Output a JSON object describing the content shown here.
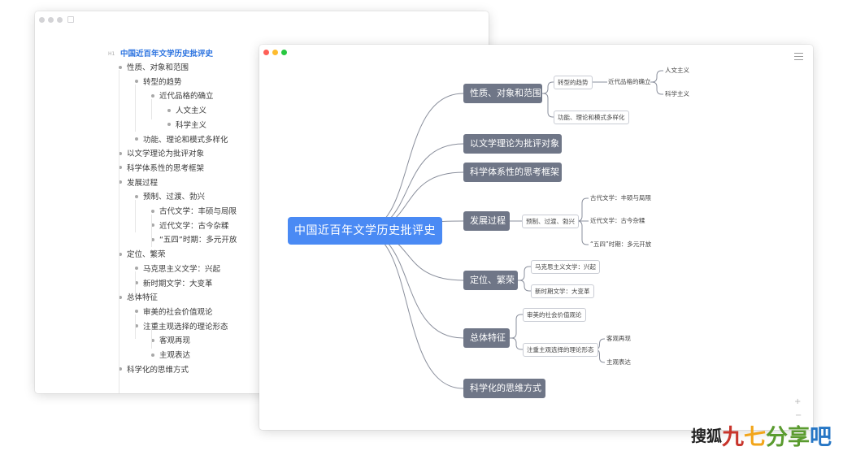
{
  "outline": {
    "h1_tag": "H1",
    "title": "中国近百年文学历史批评史",
    "items": [
      {
        "label": "性质、对象和范围",
        "level": 1
      },
      {
        "label": "转型的趋势",
        "level": 2
      },
      {
        "label": "近代品格的确立",
        "level": 3
      },
      {
        "label": "人文主义",
        "level": 4
      },
      {
        "label": "科学主义",
        "level": 4
      },
      {
        "label": "功能、理论和模式多样化",
        "level": 2
      },
      {
        "label": "以文学理论为批评对象",
        "level": 1
      },
      {
        "label": "科学体系性的思考框架",
        "level": 1
      },
      {
        "label": "发展过程",
        "level": 1
      },
      {
        "label": "预制、过渡、勃兴",
        "level": 2
      },
      {
        "label": "古代文学：丰硕与局限",
        "level": 3
      },
      {
        "label": "近代文学：古今杂糅",
        "level": 3
      },
      {
        "label": "“五四”时期：多元开放",
        "level": 3
      },
      {
        "label": "定位、繁荣",
        "level": 1
      },
      {
        "label": "马克思主义文学：兴起",
        "level": 2
      },
      {
        "label": "新时期文学：大变革",
        "level": 2
      },
      {
        "label": "总体特征",
        "level": 1
      },
      {
        "label": "审美的社会价值观论",
        "level": 2
      },
      {
        "label": "注重主观选择的理论形态",
        "level": 2
      },
      {
        "label": "客观再现",
        "level": 3
      },
      {
        "label": "主观表达",
        "level": 3
      },
      {
        "label": "科学化的思维方式",
        "level": 1
      }
    ]
  },
  "mindmap": {
    "root": "中国近百年文学历史批评史",
    "branches": [
      {
        "label": "性质、对象和范围",
        "children": [
          {
            "label": "转型的趋势",
            "children": [
              {
                "label": "近代品格的确立",
                "children": [
                  "人文主义",
                  "科学主义"
                ]
              }
            ]
          },
          {
            "label": "功能、理论和模式多样化",
            "children": []
          }
        ]
      },
      {
        "label": "以文学理论为批评对象",
        "children": []
      },
      {
        "label": "科学体系性的思考框架",
        "children": []
      },
      {
        "label": "发展过程",
        "children": [
          {
            "label": "预制、过渡、勃兴",
            "children": [
              "古代文学：丰硕与局限",
              "近代文学：古今杂糅",
              "“五四”时期：多元开放"
            ]
          }
        ]
      },
      {
        "label": "定位、繁荣",
        "children": [
          {
            "label": "马克思主义文学：兴起",
            "children": []
          },
          {
            "label": "新时期文学：大变革",
            "children": []
          }
        ]
      },
      {
        "label": "总体特征",
        "children": [
          {
            "label": "审美的社会价值观论",
            "children": []
          },
          {
            "label": "注重主观选择的理论形态",
            "children": [
              "客观再现",
              "主观表达"
            ]
          }
        ]
      },
      {
        "label": "科学化的思维方式",
        "children": []
      }
    ]
  },
  "zoom": {
    "in": "+",
    "out": "−"
  },
  "watermark": {
    "p1": "搜狐",
    "p2": "九",
    "p3": "七",
    "p4": "分享",
    "p5": "吧"
  },
  "colors": {
    "root": "#4a8af4",
    "branch": "#6f7687",
    "line": "#8a8f9c",
    "traffic": [
      "#fe5f57",
      "#febc2e",
      "#28c840"
    ]
  }
}
